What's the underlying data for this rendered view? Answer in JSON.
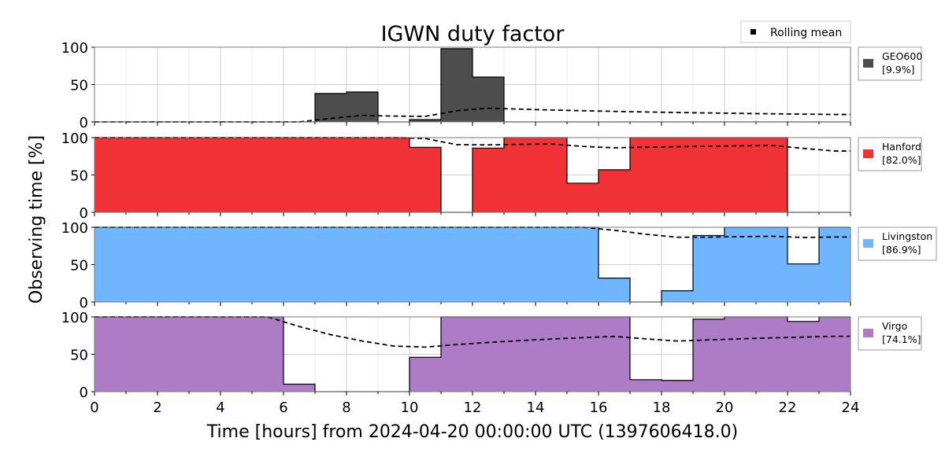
{
  "chart_data": {
    "type": "bar",
    "title": "IGWN duty factor",
    "xlabel": "Time [hours] from 2024-04-20 00:00:00 UTC (1397606418.0)",
    "ylabel": "Observing time [%]",
    "xlim": [
      0,
      24
    ],
    "ylim": [
      0,
      100
    ],
    "xticks": [
      0,
      2,
      4,
      6,
      8,
      10,
      12,
      14,
      16,
      18,
      20,
      22,
      24
    ],
    "yticks": [
      0,
      50,
      100
    ],
    "grid": true,
    "bin_hours": 1,
    "rolling_mean_label": "Rolling mean",
    "rolling_mean_legend_placement": "top-right",
    "series": [
      {
        "name": "GEO600",
        "summary": "[9.9%]",
        "color": "#4d4d4d",
        "values": [
          0,
          0,
          0,
          0,
          0,
          0,
          0,
          38,
          40,
          0,
          3,
          98,
          60,
          0,
          0,
          0,
          0,
          0,
          0,
          0,
          0,
          0,
          0,
          0
        ]
      },
      {
        "name": "Hanford",
        "summary": "[82.0%]",
        "color": "#f03236",
        "values": [
          100,
          100,
          100,
          100,
          100,
          100,
          100,
          100,
          100,
          100,
          87,
          0,
          86,
          100,
          100,
          39,
          57,
          100,
          100,
          100,
          100,
          100,
          0,
          0
        ]
      },
      {
        "name": "Livingston",
        "summary": "[86.9%]",
        "color": "#6fb6ff",
        "values": [
          100,
          100,
          100,
          100,
          100,
          100,
          100,
          100,
          100,
          100,
          100,
          100,
          100,
          100,
          100,
          100,
          32,
          0,
          15,
          89,
          100,
          100,
          51,
          100
        ]
      },
      {
        "name": "Virgo",
        "summary": "[74.1%]",
        "color": "#ae7cc6",
        "values": [
          100,
          100,
          100,
          100,
          100,
          100,
          10,
          0,
          0,
          0,
          46,
          100,
          100,
          100,
          100,
          100,
          100,
          16,
          15,
          97,
          100,
          100,
          94,
          100
        ]
      }
    ]
  }
}
